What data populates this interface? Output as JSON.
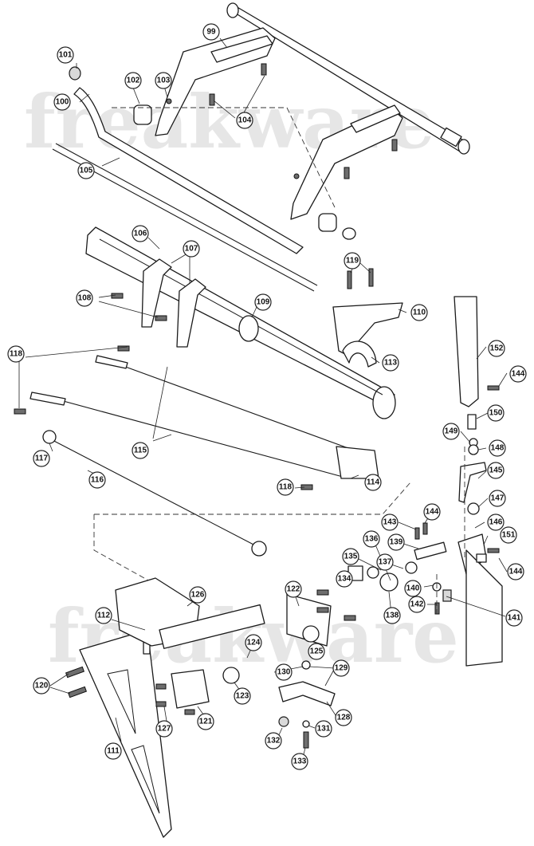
{
  "watermark": "freakware",
  "callouts": [
    "99",
    "100",
    "101",
    "102",
    "103",
    "104",
    "105",
    "106",
    "107",
    "108",
    "109",
    "110",
    "111",
    "112",
    "113",
    "114",
    "115",
    "116",
    "117",
    "118",
    "118",
    "119",
    "120",
    "121",
    "122",
    "123",
    "124",
    "125",
    "126",
    "127",
    "128",
    "129",
    "130",
    "131",
    "132",
    "133",
    "134",
    "135",
    "136",
    "137",
    "138",
    "139",
    "140",
    "141",
    "142",
    "143",
    "144",
    "144",
    "144",
    "145",
    "146",
    "147",
    "148",
    "149",
    "150",
    "151",
    "152"
  ]
}
